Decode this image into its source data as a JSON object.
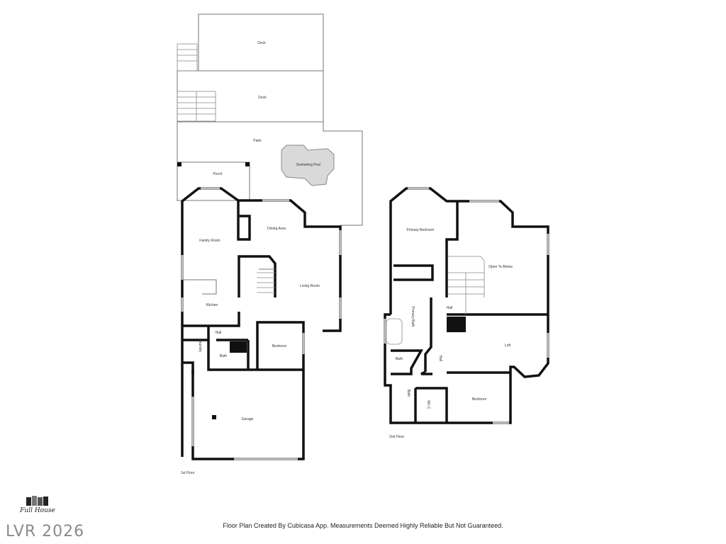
{
  "first_floor": {
    "label": "1st Floor",
    "rooms": {
      "deck_upper": "Deck",
      "deck_lower": "Deck",
      "patio": "Patio",
      "pool": "Swimming Pool",
      "porch": "Porch",
      "family_room": "Family Room",
      "dining_area": "Dining Area",
      "living_room": "Living Room",
      "kitchen": "Kitchen",
      "hall": "Hall",
      "laundry": "Laundry",
      "bath": "Bath",
      "bedroom": "Bedroom",
      "garage": "Garage"
    }
  },
  "second_floor": {
    "label": "2nd Floor",
    "rooms": {
      "primary_bedroom": "Primary Bedroom",
      "open_to_below": "Open To Below",
      "primary_bath": "Primary Bath",
      "hall_upper": "Hall",
      "loft": "Loft",
      "bath_small": "Bath",
      "hall_side": "Hall",
      "bath_lower": "Bath",
      "wic": "W.I.C.",
      "bedroom": "Bedroom"
    }
  },
  "footer": {
    "disclaimer": "Floor Plan Created By Cubicasa App. Measurements Deemed Highly Reliable But Not Guaranteed.",
    "watermark": "LVR 2026",
    "logo_text": "Full House"
  },
  "colors": {
    "wall": "#111111",
    "window": "#bbbbbb",
    "pool": "#d9d9d9",
    "watermark": "#8a8a8a"
  }
}
